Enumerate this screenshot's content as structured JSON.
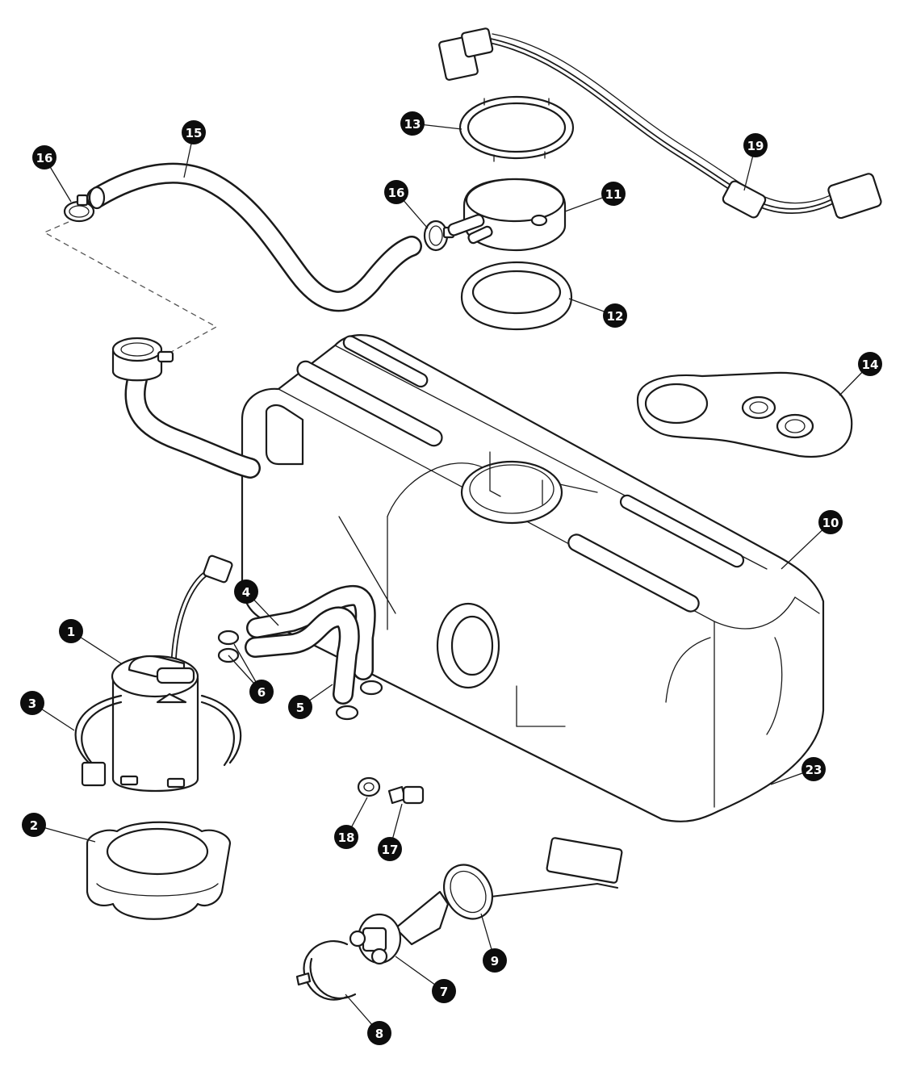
{
  "callouts": [
    {
      "id": "c1",
      "label": "1"
    },
    {
      "id": "c2",
      "label": "2"
    },
    {
      "id": "c3",
      "label": "3"
    },
    {
      "id": "c4",
      "label": "4"
    },
    {
      "id": "c5",
      "label": "5"
    },
    {
      "id": "c6",
      "label": "6"
    },
    {
      "id": "c7",
      "label": "7"
    },
    {
      "id": "c8",
      "label": "8"
    },
    {
      "id": "c9",
      "label": "9"
    },
    {
      "id": "c10",
      "label": "10"
    },
    {
      "id": "c11",
      "label": "11"
    },
    {
      "id": "c12",
      "label": "12"
    },
    {
      "id": "c13",
      "label": "13"
    },
    {
      "id": "c14",
      "label": "14"
    },
    {
      "id": "c15",
      "label": "15"
    },
    {
      "id": "c16a",
      "label": "16"
    },
    {
      "id": "c16b",
      "label": "16"
    },
    {
      "id": "c17",
      "label": "17"
    },
    {
      "id": "c18",
      "label": "18"
    },
    {
      "id": "c19",
      "label": "19"
    },
    {
      "id": "c23",
      "label": "23"
    }
  ],
  "colors": {
    "ink": "#1a1a1a",
    "badge": "#0d0d0d",
    "paper": "#ffffff"
  }
}
